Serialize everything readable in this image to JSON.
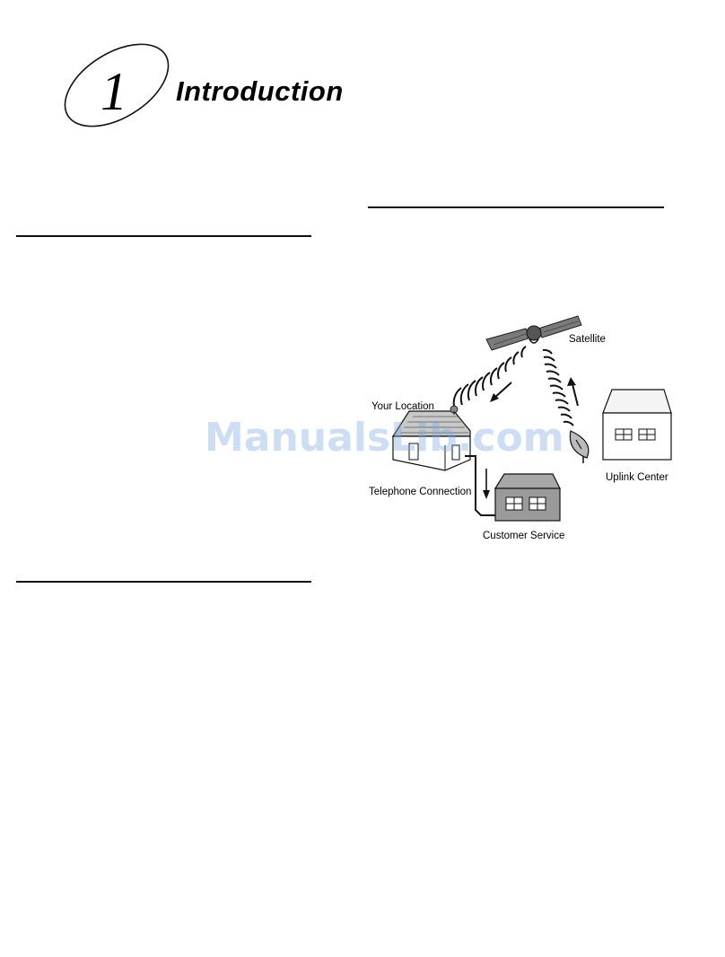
{
  "chapter": {
    "number": "1",
    "title": "Introduction"
  },
  "diagram": {
    "labels": {
      "satellite": "Satellite",
      "your_location": "Your Location",
      "uplink_center": "Uplink Center",
      "telephone_connection": "Telephone Connection",
      "customer_service": "Customer Service"
    }
  },
  "watermark": "ManualsLib.com"
}
